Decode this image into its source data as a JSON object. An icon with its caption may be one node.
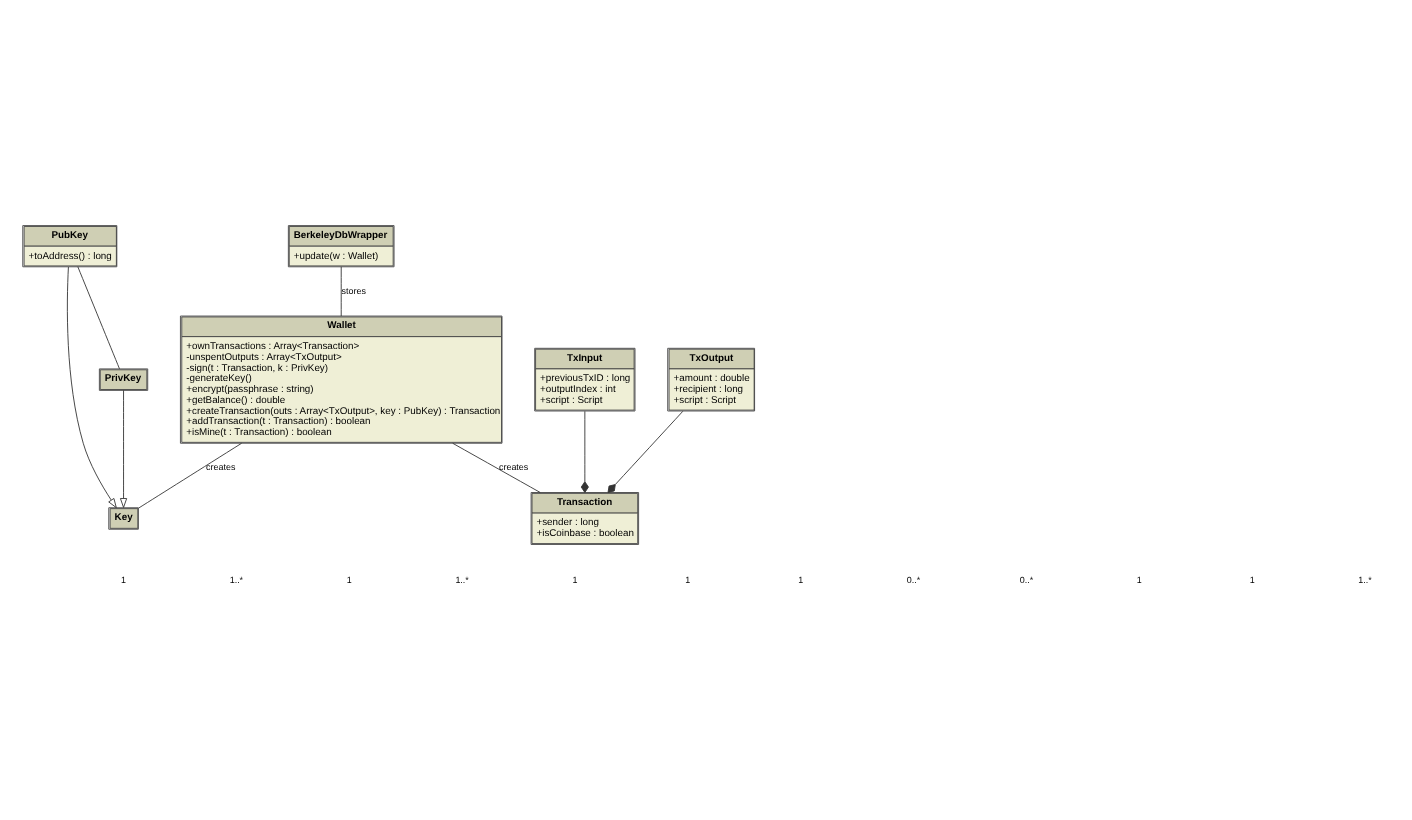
{
  "diagram": {
    "nodes": [
      {
        "text": [
          "BerkeleyDbWrapper",
          "+update(w : Wallet)"
        ]
      },
      {
        "text": [
          "Wallet",
          "+ownTransactions : Array<Transaction>",
          "-unspentOutputs : Array<TxOutput>",
          "-sign(t : Transaction, k : PrivKey)",
          "-generateKey()",
          "+encrypt(passphrase : string)",
          "+getBalance() : double",
          "+createTransaction(outs : Array<TxOutput>, key : PubKey) : Transaction",
          "+addTransaction(t : Transaction) : boolean",
          "+isMine(t : Transaction) : boolean"
        ]
      },
      {
        "text": [
          "Key"
        ]
      },
      {
        "text": [
          "PubKey",
          "+toAddress() : long"
        ]
      },
      {
        "text": [
          "PrivKey"
        ]
      },
      {
        "text": [
          "TxInput",
          "+previousTxID : long",
          "+outputIndex : int",
          "+script : Script"
        ]
      },
      {
        "text": [
          "Transaction",
          "+sender : long",
          "+isCoinbase : boolean"
        ]
      },
      {
        "text": [
          "TxOutput",
          "+amount : double",
          "+recipient : long",
          "+script : Script"
        ]
      }
    ],
    "edges": [
      {
        "from": 0,
        "to": 1,
        "arrow": "none",
        "label": "stores"
      },
      {
        "from": 1,
        "to": 2,
        "arrow": "none",
        "label": "creates"
      },
      {
        "from": 3,
        "to": 2,
        "arrow": "to"
      },
      {
        "from": 4,
        "to": 2,
        "arrow": "to"
      },
      {
        "from": 3,
        "to": 4,
        "arrow": "none"
      },
      {
        "from": 1,
        "to": 6,
        "arrow": "none",
        "label": "creates"
      },
      {
        "from": 5,
        "to": 6,
        "arrow": "other"
      },
      {
        "from": 7,
        "to": 6,
        "arrow": "other"
      }
    ],
    "labels": [
      "1",
      "1..*",
      "1",
      "1..*",
      "1",
      "1",
      "1",
      "0..*",
      "0..*",
      "1",
      "1",
      "1..*"
    ]
  }
}
